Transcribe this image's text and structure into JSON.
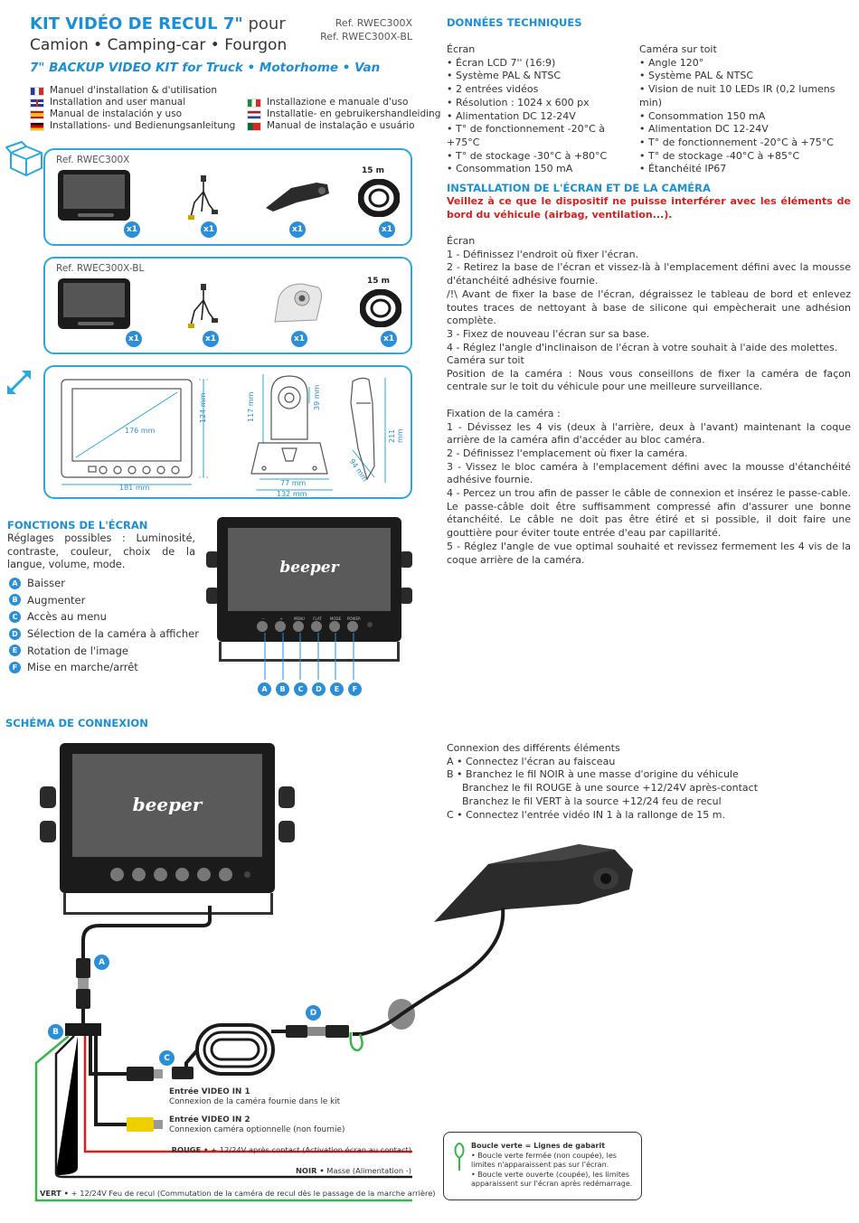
{
  "header": {
    "title_main": "KIT VIDÉO DE RECUL 7\"",
    "title_pour": " pour",
    "subtitle": "Camion • Camping-car • Fourgon",
    "en_title_bold": "7\" BACKUP VIDEO KIT",
    "en_title_rest": " for Truck • Motorhome • Van",
    "ref1": "Ref. RWEC300X",
    "ref2": "Ref. RWEC300X-BL"
  },
  "manuals": {
    "left": [
      {
        "flag": "fr",
        "text": "Manuel d'installation & d'utilisation"
      },
      {
        "flag": "gb",
        "text": "Installation and user manual"
      },
      {
        "flag": "es",
        "text": "Manual de instalación y uso"
      },
      {
        "flag": "de",
        "text": "Installations- und Bedienungsanleitung"
      }
    ],
    "right": [
      {
        "flag": "it",
        "text": "Installazione e manuale d'uso"
      },
      {
        "flag": "nl",
        "text": "Installatie- en gebruikershandleiding"
      },
      {
        "flag": "pt",
        "text": "Manual de instalação e usuário"
      }
    ]
  },
  "kits": [
    {
      "ref": "Ref. RWEC300X",
      "length": "15 m",
      "qty": [
        "x1",
        "x1",
        "x1",
        "x1"
      ]
    },
    {
      "ref": "Ref. RWEC300X-BL",
      "length": "15 m",
      "qty": [
        "x1",
        "x1",
        "x1",
        "x1"
      ]
    }
  ],
  "dimensions": {
    "diag": "176 mm",
    "height": "124 mm",
    "width": "181 mm",
    "cam_h": "117 mm",
    "cam_top": "39 mm",
    "cam_w1": "77 mm",
    "cam_w2": "132 mm",
    "side_h": "211 mm",
    "side_d": "94 mm"
  },
  "functions": {
    "title": "FONCTIONS DE L'ÉCRAN",
    "intro": "Réglages possibles : Luminosité, contraste, couleur, choix de la langue, volume, mode.",
    "items": [
      {
        "letter": "A",
        "text": "Baisser"
      },
      {
        "letter": "B",
        "text": "Augmenter"
      },
      {
        "letter": "C",
        "text": "Accès au menu"
      },
      {
        "letter": "D",
        "text": "Sélection de la caméra à afficher"
      },
      {
        "letter": "E",
        "text": "Rotation de l'image"
      },
      {
        "letter": "F",
        "text": "Mise en marche/arrêt"
      }
    ]
  },
  "monitor_brand": "beeper",
  "monitor_buttons": [
    "−",
    "+",
    "MENU",
    "FLAT",
    "MODE",
    "POWER"
  ],
  "tech": {
    "title": "DONNÉES TECHNIQUES",
    "screen_title": "Écran",
    "screen": [
      "• Écran LCD 7'' (16:9)",
      "• Système PAL & NTSC",
      "• 2 entrées vidéos",
      "• Résolution : 1024 x 600 px",
      "• Alimentation DC 12-24V",
      "• T° de fonctionnement -20°C à +75°C",
      "• T° de stockage -30°C à +80°C",
      "• Consommation 150 mA"
    ],
    "cam_title": "Caméra sur toit",
    "cam": [
      "• Angle 120°",
      "• Système PAL & NTSC",
      "• Vision de nuit 10 LEDs IR (0,2 lumens min)",
      "• Consommation 150 mA",
      "• Alimentation DC 12-24V",
      "• T° de fonctionnement -20°C à +75°C",
      "• T° de stockage -40°C à +85°C",
      "• Étanchéité IP67"
    ]
  },
  "install": {
    "title": "INSTALLATION DE L'ÉCRAN ET DE LA CAMÉRA",
    "warning": "Veillez à ce que le dispositif ne puisse interférer avec les éléments de bord du véhicule (airbag, ventilation...).",
    "screen_title": "Écran",
    "screen_steps": [
      "1 - Définissez l'endroit où fixer l'écran.",
      "2 - Retirez la base de l'écran et vissez-là à l'emplacement défini avec la mousse d'étanchéité adhésive fournie.",
      "/!\\ Avant de fixer la base de l'écran, dégraissez le tableau de bord et enlevez toutes traces de nettoyant à base de silicone qui empècherait une adhésion complète.",
      "3 - Fixez de nouveau l'écran sur sa base.",
      "4 - Réglez l'angle d'inclinaison de l'écran à votre souhait à l'aide des molettes."
    ],
    "cam_title": "Caméra sur toit",
    "cam_pos": "Position de la caméra : Nous vous conseillons de fixer la caméra de façon centrale sur le toit du véhicule pour une meilleure surveillance.",
    "fix_title": "Fixation de la caméra :",
    "fix_steps": [
      "1 - Dévissez les 4 vis (deux à l'arrière, deux à l'avant) maintenant la coque arrière de la caméra afin d'accéder au bloc caméra.",
      "2 - Définissez l'emplacement où fixer la caméra.",
      "3 - Vissez le bloc caméra à l'emplacement défini avec la mousse d'étanchéité adhésive fournie.",
      "4 - Percez un trou afin de passer le câble de connexion et insérez le passe-cable. Le passe-câble doit être suffisamment compressé afin d'assurer une bonne étanchéité. Le câble ne doit pas être étiré et si possible, il doit faire une gouttière pour éviter toute entrée d'eau par capillarité.",
      "5 - Réglez l'angle de vue optimal souhaité et revissez fermement les 4 vis de la coque arrière de la caméra."
    ]
  },
  "schema": {
    "title": "SCHÉMA DE CONNEXION",
    "conn_title": "Connexion des différents éléments",
    "conn": [
      "A • Connectez l'écran au faisceau",
      "B • Branchez le fil NOIR à une masse d'origine du véhicule",
      "Branchez le fil ROUGE à une source +12/24V après-contact",
      "Branchez le fil VERT à la source +12/24 feu de recul",
      "C • Connectez l'entrée vidéo IN 1 à la rallonge de 15 m."
    ],
    "labels": {
      "a": "A",
      "b": "B",
      "c": "C",
      "d": "D"
    },
    "in1_title": "Entrée VIDEO IN 1",
    "in1_desc": "Connexion de la caméra fournie dans le kit",
    "in2_title": "Entrée VIDEO IN 2",
    "in2_desc": "Connexion caméra optionnelle (non fournie)",
    "rouge_bold": "ROUGE •",
    "rouge_rest": " + 12/24V après contact (Activation écran au contact)",
    "noir_bold": "NOIR •",
    "noir_rest": " Masse (Alimentation -)",
    "vert_bold": "VERT •",
    "vert_rest": " + 12/24V Feu de recul (Commutation de la caméra de recul dès le passage de la marche arrière)",
    "legend_title": "Boucle verte = Lignes de gabarit",
    "legend_1": "• Boucle verte fermée (non coupée), les limites n'apparaissent pas sur l'écran.",
    "legend_2": "• Boucle verte ouverte (coupée), les limites apparaissent sur l'écran après redémarrage."
  }
}
